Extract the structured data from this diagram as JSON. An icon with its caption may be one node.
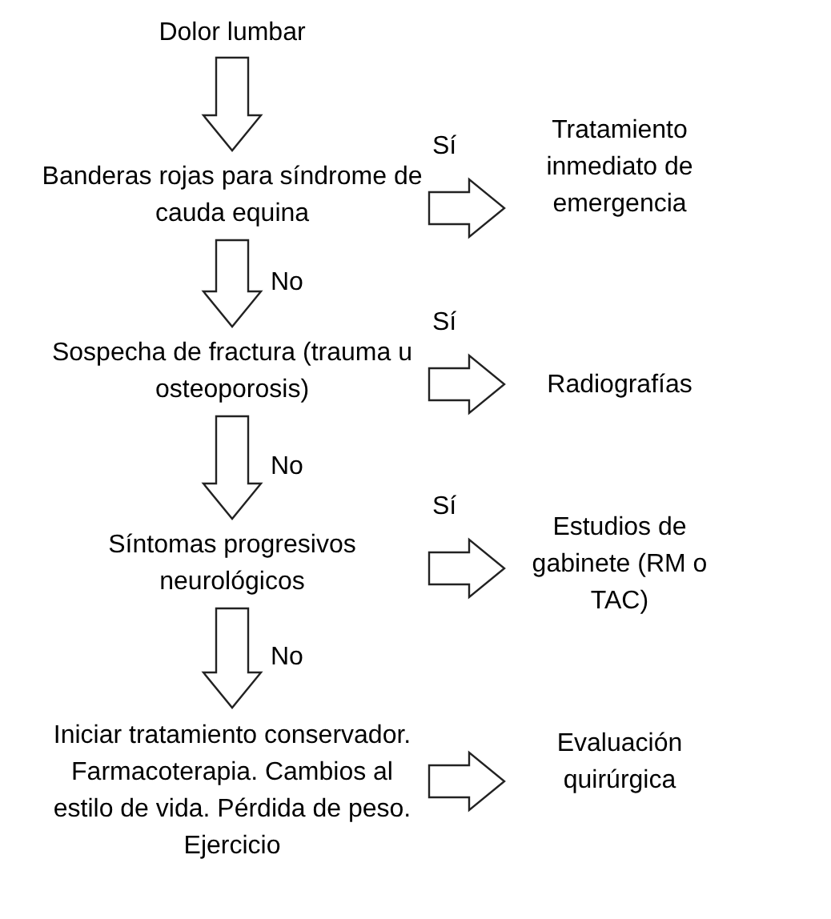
{
  "diagram": {
    "nodes": [
      {
        "text": [
          "Dolor lumbar"
        ]
      },
      {
        "text": [
          "Banderas rojas para síndrome de cauda equina"
        ]
      },
      {
        "text": [
          "Tratamiento inmediato de emergencia"
        ]
      },
      {
        "text": [
          "Sospecha de fractura (trauma u osteoporosis)"
        ]
      },
      {
        "text": [
          "Radiografías"
        ]
      },
      {
        "text": [
          "Síntomas progresivos neurológicos"
        ]
      },
      {
        "text": [
          "Estudios de gabinete (RM o TAC)"
        ]
      },
      {
        "text": [
          "Iniciar tratamiento conservador. Farmacoterapia. Cambios al estilo de vida. Pérdida de peso. Ejercicio"
        ]
      },
      {
        "text": [
          "Evaluación quirúrgica"
        ]
      }
    ],
    "edges": [
      {
        "from": 0,
        "to": 1,
        "arrow": "to"
      },
      {
        "from": 1,
        "to": 2,
        "arrow": "to",
        "label": "Sí"
      },
      {
        "from": 1,
        "to": 3,
        "arrow": "to",
        "label": "No"
      },
      {
        "from": 3,
        "to": 4,
        "arrow": "to",
        "label": "Sí"
      },
      {
        "from": 3,
        "to": 5,
        "arrow": "to",
        "label": "No"
      },
      {
        "from": 5,
        "to": 6,
        "arrow": "to",
        "label": "Sí"
      },
      {
        "from": 5,
        "to": 7,
        "arrow": "to",
        "label": "No"
      },
      {
        "from": 7,
        "to": 8,
        "arrow": "to"
      }
    ]
  }
}
